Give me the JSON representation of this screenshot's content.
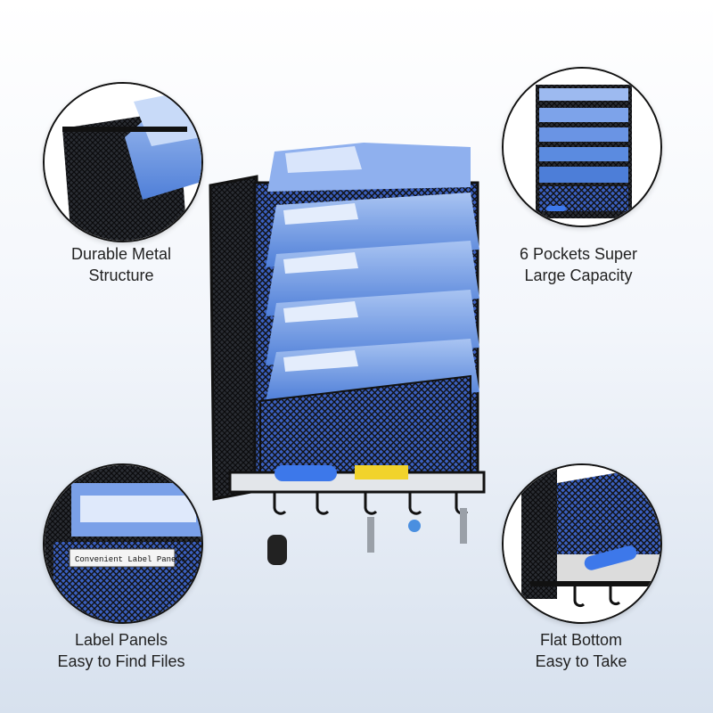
{
  "features": [
    {
      "line1": "Durable Metal",
      "line2": "Structure",
      "icon": "metal-mesh-closeup"
    },
    {
      "line1": "6 Pockets Super",
      "line2": "Large Capacity",
      "icon": "pockets-closeup"
    },
    {
      "line1": "Label Panels",
      "line2": "Easy to Find Files",
      "icon": "label-panel-closeup",
      "label_text": "Convenient Label Panels"
    },
    {
      "line1": "Flat Bottom",
      "line2": "Easy to Take",
      "icon": "flat-bottom-closeup"
    }
  ],
  "colors": {
    "folder_blue": "#5b8be0",
    "folder_light": "#a9c4f2",
    "mesh_black": "#1b1d22",
    "background_top": "#ffffff",
    "background_bottom": "#d7e1ee"
  }
}
